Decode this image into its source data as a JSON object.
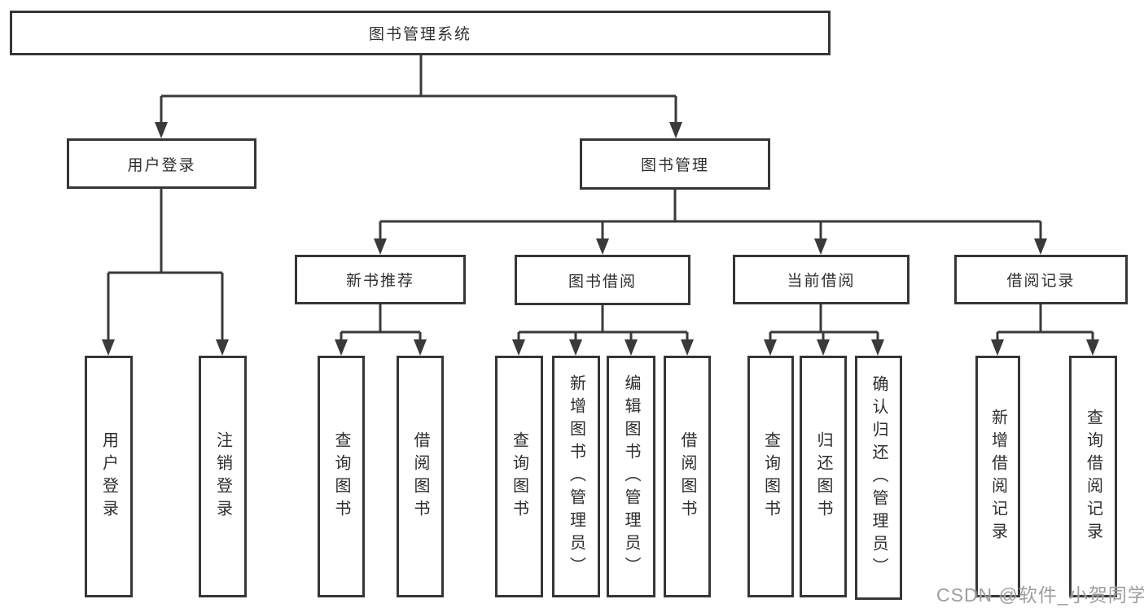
{
  "colors": {
    "line": "#3a3a3a",
    "box_border": "#363636",
    "box_background": "#ffffff",
    "text": "#2e2e2e",
    "watermark": "#949494"
  },
  "watermark": "CSDN @软件_小贺同学",
  "tree": {
    "label": "图书管理系统",
    "children": [
      {
        "label": "用户登录",
        "children": [
          {
            "label": "用户登录"
          },
          {
            "label": "注销登录"
          }
        ]
      },
      {
        "label": "图书管理",
        "children": [
          {
            "label": "新书推荐",
            "children": [
              {
                "label": "查询图书"
              },
              {
                "label": "借阅图书"
              }
            ]
          },
          {
            "label": "图书借阅",
            "children": [
              {
                "label": "查询图书"
              },
              {
                "label": "新增图书（管理员）"
              },
              {
                "label": "编辑图书（管理员）"
              },
              {
                "label": "借阅图书"
              }
            ]
          },
          {
            "label": "当前借阅",
            "children": [
              {
                "label": "查询图书"
              },
              {
                "label": "归还图书"
              },
              {
                "label": "确认归还（管理员）"
              }
            ]
          },
          {
            "label": "借阅记录",
            "children": [
              {
                "label": "新增借阅记录"
              },
              {
                "label": "查询借阅记录"
              }
            ]
          }
        ]
      }
    ]
  }
}
